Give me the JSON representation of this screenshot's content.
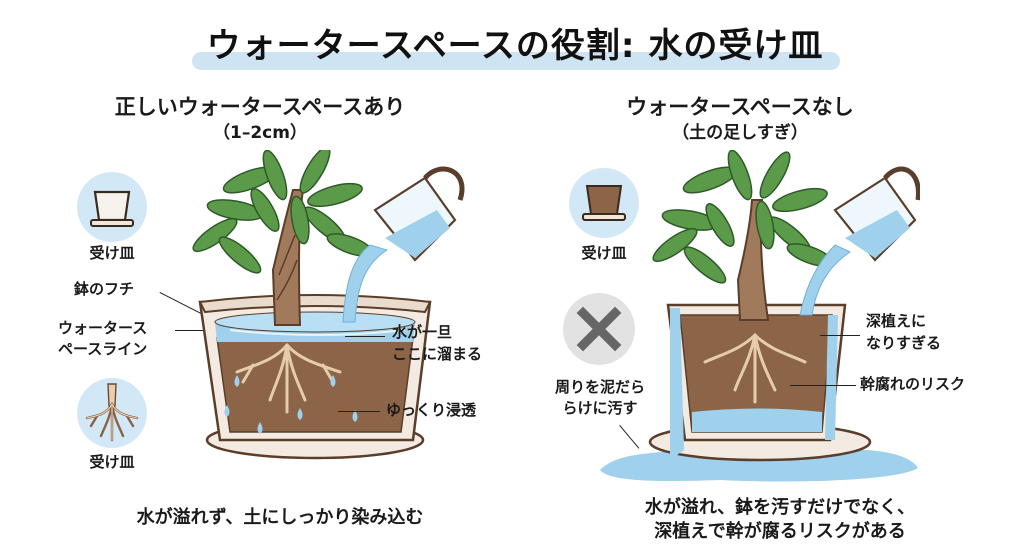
{
  "title": "ウォータースペースの役割: 水の受け皿",
  "colors": {
    "title_band": "#cfe4f3",
    "icon_bg": "#d3e8f6",
    "icon_bg_gray": "#e2e2e2",
    "water": "#9fd0ec",
    "soil": "#8c6448",
    "pot": "#f3ebe1",
    "pot_outline": "#5a3e2b",
    "leaf": "#5a9a48",
    "x_mark": "#666666"
  },
  "left_panel": {
    "title": "正しいウォータースペースあり",
    "subtitle": "（1–2cm）",
    "icons": [
      {
        "name": "saucer-pot-icon",
        "label": "受け皿"
      },
      {
        "name": "roots-icon",
        "label": "受け皿"
      }
    ],
    "labels": {
      "rim": "鉢のフチ",
      "water_line_1": "ウォータース",
      "water_line_2": "ペースライン",
      "pooling_1": "水が一旦",
      "pooling_2": "ここに溜まる",
      "seep": "ゆっくり浸透"
    },
    "caption": "水が溢れず、土にしっかり染み込む"
  },
  "right_panel": {
    "title": "ウォータースペースなし",
    "subtitle": "（土の足しすぎ）",
    "icons": [
      {
        "name": "full-soil-pot-icon",
        "label": "受け皿"
      },
      {
        "name": "x-mark-icon",
        "label": ""
      }
    ],
    "labels": {
      "mess_1": "周りを泥だら",
      "mess_2": "らけに汚す",
      "deep_1": "深植えに",
      "deep_2": "なりすぎる",
      "rot": "幹腐れのリスク"
    },
    "caption_1": "水が溢れ、鉢を汚すだけでなく、",
    "caption_2": "深植えで幹が腐るリスクがある"
  }
}
